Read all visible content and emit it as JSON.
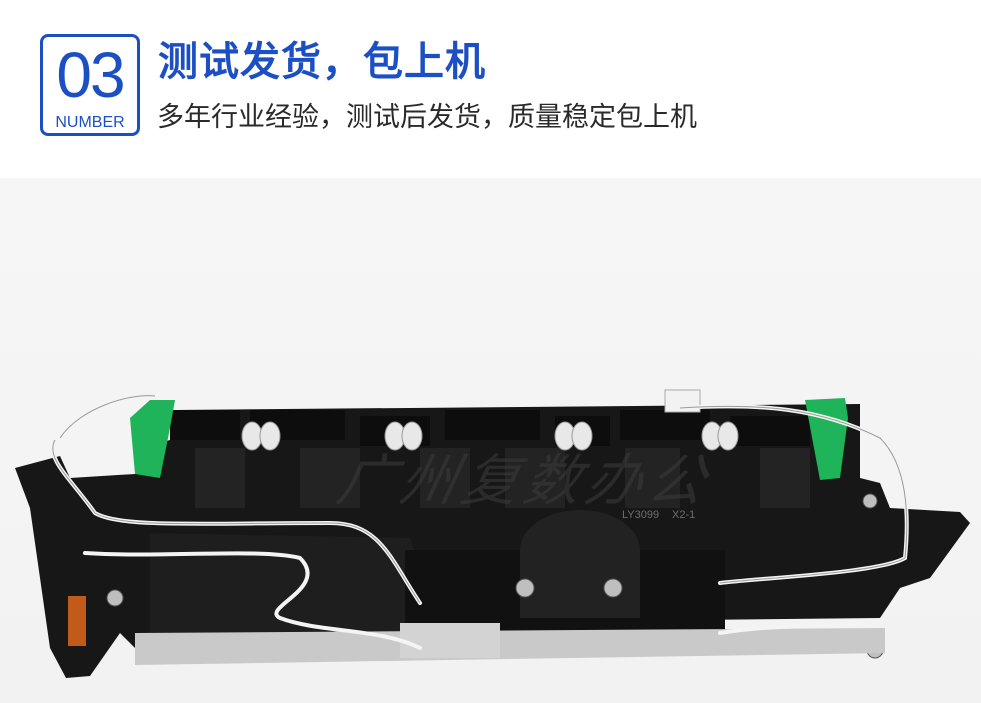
{
  "badge": {
    "number": "03",
    "word": "NUMBER"
  },
  "headline": {
    "title": "测试发货，包上机",
    "subtitle": "多年行业经验，测试后发货，质量稳定包上机"
  },
  "product": {
    "watermark": "广州复数办公",
    "part_code_1": "LY3099",
    "part_code_2": "X2-1"
  },
  "colors": {
    "accent": "#1d4fc4",
    "tab_green": "#1fb45a"
  }
}
